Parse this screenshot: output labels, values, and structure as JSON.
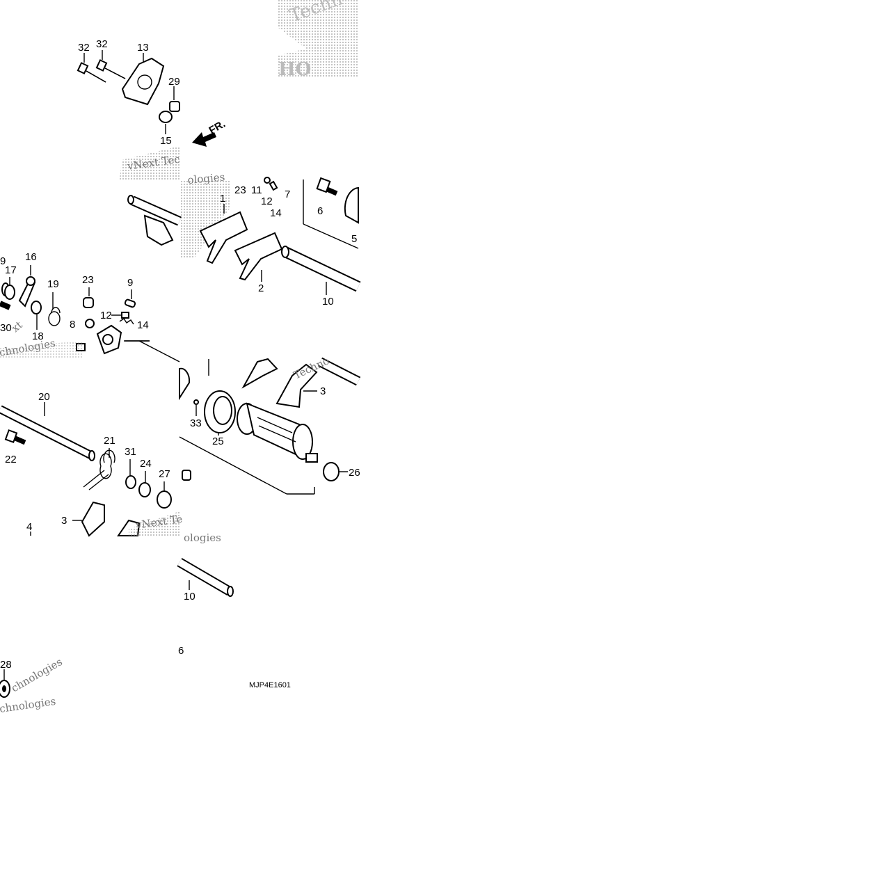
{
  "diagram": {
    "code": "MJP4E1601",
    "front_arrow": "FR.",
    "watermark_parts": {
      "p1": "Techn",
      "p2": "HO",
      "p3": "vNext Tec",
      "p4": "ologies",
      "p5": "Techno",
      "p6": "vNext Te",
      "p7": "ologies",
      "p8": "chnologies",
      "p9": "chnologies",
      "p10": "xt",
      "p11": "chnologies"
    },
    "labels": {
      "l32a": "32",
      "l32b": "32",
      "l13": "13",
      "l29": "29",
      "l15": "15",
      "l23a": "23",
      "l11": "11",
      "l7": "7",
      "l12a": "12",
      "l14a": "14",
      "l6": "6",
      "l1": "1",
      "l5": "5",
      "l2": "2",
      "l10a": "10",
      "l9a": "9",
      "l17": "17",
      "l16": "16",
      "l19": "19",
      "l23b": "23",
      "l9b": "9",
      "l30": "30",
      "l18": "18",
      "l12b": "12",
      "l14b": "14",
      "l8": "8",
      "l20": "20",
      "l22": "22",
      "l21": "21",
      "l31": "31",
      "l24": "24",
      "l27": "27",
      "l3a": "3",
      "l4": "4",
      "l33": "33",
      "l25": "25",
      "l3b": "3",
      "l26": "26",
      "l10b": "10",
      "l6b": "6",
      "l28": "28"
    }
  }
}
